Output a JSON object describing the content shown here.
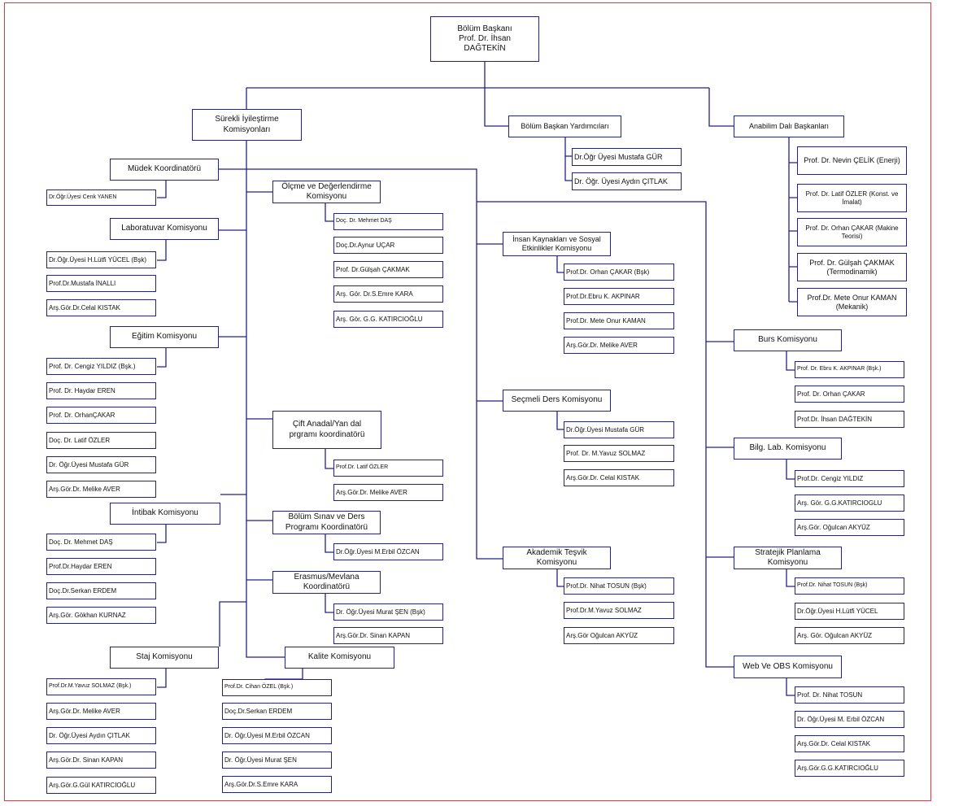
{
  "head": "Bölüm Başkanı\nProf. Dr. İhsan\nDAĞTEKİN",
  "branches": {
    "surekli": "Sürekli İyileştirme\nKomisyonları",
    "yardimci": "Bölüm Başkan Yardımcıları",
    "anabilim": "Anabilim Dalı Başkanları"
  },
  "yardimcilar": [
    "Dr.Öğr Üyesi Mustafa GÜR",
    "Dr. Öğr. Üyesi Aydın ÇITLAK"
  ],
  "anabilim_list": [
    "Prof. Dr. Nevin ÇELİK (Enerji)",
    "Prof. Dr. Latif ÖZLER (Konst. ve\nİmalat)",
    "Prof. Dr. Orhan ÇAKAR (Makine\nTeorisi)",
    "Prof. Dr. Gülşah ÇAKMAK\n(Termodinamik)",
    "Prof.Dr. Mete Onur KAMAN\n(Mekanik)"
  ],
  "mudek": {
    "title": "Müdek Koordinatörü",
    "members": [
      "Dr.Öğr.Üyesi Cenk YANEN"
    ]
  },
  "laboratuvar": {
    "title": "Laboratuvar Komisyonu",
    "members": [
      "Dr.Öğr.Üyesi H.Lütfi YÜCEL (Bşk)",
      "Prof.Dr.Mustafa İNALLI",
      "Arş.Gör.Dr.Celal KISTAK"
    ]
  },
  "egitim": {
    "title": "Eğitim Komisyonu",
    "members": [
      "Prof. Dr. Cengiz YILDIZ (Bşk.)",
      "Prof. Dr. Haydar EREN",
      "Prof. Dr. OrhanÇAKAR",
      "Doç. Dr. Latif ÖZLER",
      "Dr. Öğr.Üyesi Mustafa GÜR",
      "Arş.Gör.Dr. Melike AVER"
    ]
  },
  "intibak": {
    "title": "İntibak Komisyonu",
    "members": [
      "Doç. Dr. Mehmet DAŞ",
      "Prof.Dr.Haydar EREN",
      "Doç.Dr.Serkan ERDEM",
      "Arş.Gör. Gökhan KURNAZ"
    ]
  },
  "staj": {
    "title": "Staj Komisyonu",
    "members": [
      "Prof.Dr.M.Yavuz SOLMAZ (Bşk.)",
      "Arş.Gör.Dr. Melike AVER",
      "Dr. Öğr.Üyesi Aydın ÇITLAK",
      "Arş.Gör.Dr. Sinan KAPAN",
      "Arş.Gör.G.Gül KATIRCIOĞLU"
    ]
  },
  "olcme": {
    "title": "Ölçme ve Değerlendirme\nKomisyonu",
    "members": [
      "Doç. Dr. Mehmet DAŞ",
      "Doç.Dr.Aynur UÇAR",
      "Prof. Dr.Gülşah ÇAKMAK",
      "Arş. Gör. Dr.S.Emre KARA",
      "Arş. Gör. G.G. KATIRCIOĞLU"
    ]
  },
  "cift": {
    "title": "Çift Anadal/Yan dal\nprgramı koordinatörü",
    "members": [
      "Prof.Dr. Latif ÖZLER",
      "Arş.Gör.Dr. Melike AVER"
    ]
  },
  "sinav": {
    "title": "Bölüm Sınav ve Ders\nProgramı Koordinatörü",
    "members": [
      "Dr.Öğr.Üyesi M.Erbil ÖZCAN"
    ]
  },
  "erasmus": {
    "title": "Erasmus/Mevlana\nKoordinatörü",
    "members": [
      "Dr. Öğr.Üyesi Murat ŞEN (Bşk)",
      "Arş.Gör.Dr. Sinan KAPAN"
    ]
  },
  "kalite": {
    "title": "Kalite Komisyonu",
    "members": [
      "Prof.Dr. Cihan ÖZEL (Bşk.)",
      "Doç.Dr.Serkan ERDEM",
      "Dr. Öğr.Üyesi M.Erbil ÖZCAN",
      "Dr. Öğr.Üyesi Murat ŞEN",
      "Arş.Gör.Dr.S.Emre KARA"
    ]
  },
  "insan": {
    "title": "İnsan Kaynakları ve Sosyal\nEtkinlikler Komisyonu",
    "members": [
      "Prof.Dr. Orhan ÇAKAR (Bşk)",
      "Prof.Dr.Ebru K. AKPINAR",
      "Prof.Dr. Mete Onur KAMAN",
      "Arş.Gör.Dr. Melike AVER"
    ]
  },
  "secmeli": {
    "title": "Seçmeli Ders Komisyonu",
    "members": [
      "Dr.Öğr.Üyesi Mustafa GÜR",
      "Prof. Dr. M.Yavuz SOLMAZ",
      "Arş.Gör.Dr. Celal KISTAK"
    ]
  },
  "akademik": {
    "title": "Akademik Teşvik\nKomisyonu",
    "members": [
      "Prof.Dr. Nihat TOSUN (Bşk)",
      "Prof.Dr.M.Yavuz SOLMAZ",
      "Arş.Gör Oğulcan AKYÜZ"
    ]
  },
  "burs": {
    "title": "Burs Komisyonu",
    "members": [
      "Prof. Dr. Ebru K. AKPINAR (Bşk.)",
      "Prof. Dr. Orhan ÇAKAR",
      "Prof.Dr. İhsan DAĞTEKİN"
    ]
  },
  "bilg": {
    "title": "Bilg. Lab. Komisyonu",
    "members": [
      "Prof.Dr. Cengiz YILDIZ",
      "Arş. Gör. G.G.KATIRCIOGLU",
      "Arş.Gör. Oğulcan AKYÜZ"
    ]
  },
  "stratejik": {
    "title": "Stratejik Planlama\nKomisyonu",
    "members": [
      "Prof.Dr. Nihat TOSUN (Bşk)",
      "Dr.Öğr.Üyesi H.Lütfi YÜCEL",
      "Arş. Gör. Oğulcan AKYÜZ"
    ]
  },
  "web": {
    "title": "Web Ve OBS Komisyonu",
    "members": [
      "Prof. Dr. Nihat TOSUN",
      "Dr. Öğr.Üyesi M. Erbil ÖZCAN",
      "Arş.Gör.Dr. Celal KISTAK",
      "Arş.Gör.G.G.KATIRCIOĞLU"
    ]
  }
}
